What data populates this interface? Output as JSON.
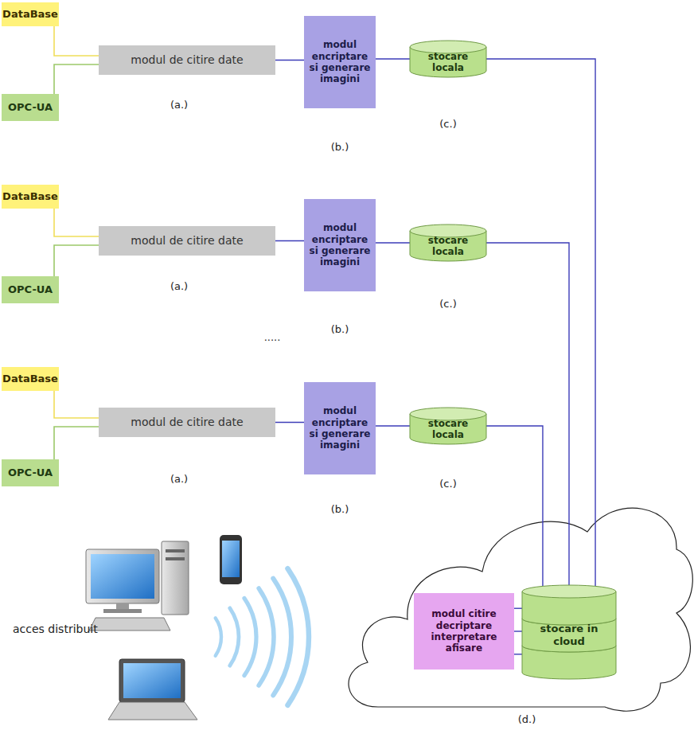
{
  "diagram": {
    "nodes": [
      {
        "text": [
          "DataBase"
        ]
      },
      {
        "text": [
          "OPC-UA"
        ]
      },
      {
        "text": [
          "modul de citire date"
        ]
      },
      {
        "text": [
          "modul encriptare si generare imagini"
        ]
      },
      {
        "text": [
          "stocare locala"
        ]
      },
      {
        "text": [
          "DataBase"
        ]
      },
      {
        "text": [
          "OPC-UA"
        ]
      },
      {
        "text": [
          "modul de citire date"
        ]
      },
      {
        "text": [
          "modul encriptare si generare imagini"
        ]
      },
      {
        "text": [
          "stocare locala"
        ]
      },
      {
        "text": [
          "DataBase"
        ]
      },
      {
        "text": [
          "OPC-UA"
        ]
      },
      {
        "text": [
          "modul de citire date"
        ]
      },
      {
        "text": [
          "modul encriptare si generare imagini"
        ]
      },
      {
        "text": [
          "stocare locala"
        ]
      },
      {
        "text": [
          "modul citire decriptare interpretare afisare"
        ]
      },
      {
        "text": [
          "stocare in cloud"
        ]
      }
    ],
    "edges": [
      {
        "from": 0,
        "to": 2,
        "arrow": "none"
      },
      {
        "from": 1,
        "to": 2,
        "arrow": "none"
      },
      {
        "from": 2,
        "to": 3,
        "arrow": "none"
      },
      {
        "from": 3,
        "to": 4,
        "arrow": "none"
      },
      {
        "from": 4,
        "to": 16,
        "arrow": "none"
      },
      {
        "from": 5,
        "to": 7,
        "arrow": "none"
      },
      {
        "from": 6,
        "to": 7,
        "arrow": "none"
      },
      {
        "from": 7,
        "to": 8,
        "arrow": "none"
      },
      {
        "from": 8,
        "to": 9,
        "arrow": "none"
      },
      {
        "from": 9,
        "to": 16,
        "arrow": "none"
      },
      {
        "from": 10,
        "to": 12,
        "arrow": "none"
      },
      {
        "from": 11,
        "to": 12,
        "arrow": "none"
      },
      {
        "from": 12,
        "to": 13,
        "arrow": "none"
      },
      {
        "from": 13,
        "to": 14,
        "arrow": "none"
      },
      {
        "from": 14,
        "to": 16,
        "arrow": "none"
      },
      {
        "from": 15,
        "to": 16,
        "arrow": "none"
      }
    ],
    "labels": [
      "(a.)",
      "(b.)",
      "(c.)",
      "(a.)",
      "(b.)",
      "(c.)",
      ".....",
      "(a.)",
      "(b.)",
      "(c.)",
      "acces distribuit",
      "(d.)"
    ]
  }
}
